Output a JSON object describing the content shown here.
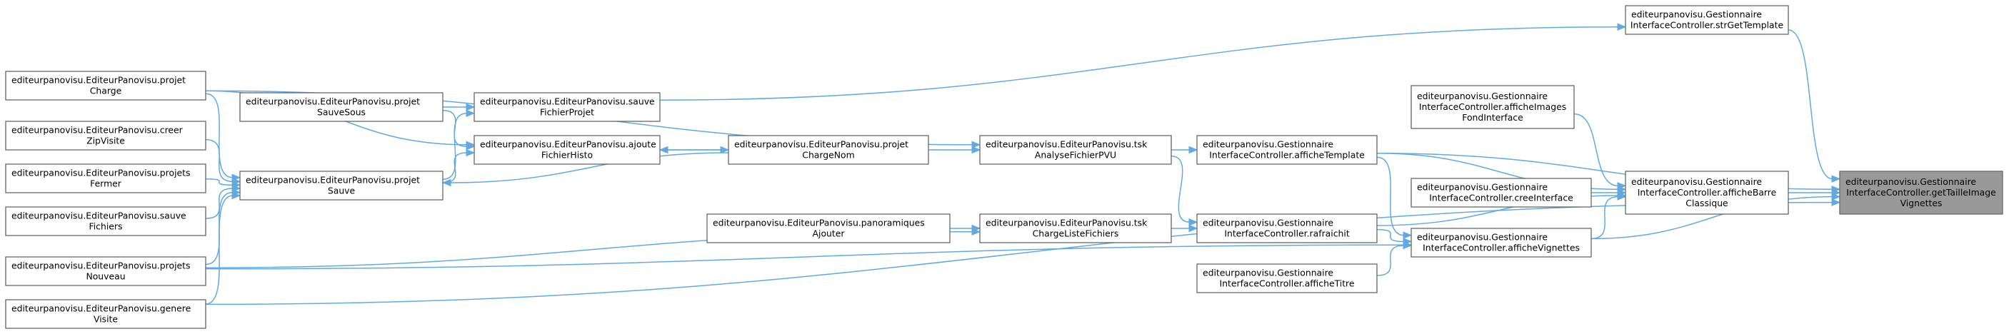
{
  "graph": {
    "arrow_color": "#63a9e0",
    "node_border_color": "#666666",
    "root_fill_color": "#999999",
    "nodes": [
      {
        "id": "root",
        "lines": [
          "editeurpanovisu.Gestionnaire",
          "InterfaceController.getTailleImage",
          "Vignettes"
        ]
      },
      {
        "id": "strGetTemplate",
        "lines": [
          "editeurpanovisu.Gestionnaire",
          "InterfaceController.strGetTemplate"
        ]
      },
      {
        "id": "afficheBarreClassique",
        "lines": [
          "editeurpanovisu.Gestionnaire",
          "InterfaceController.afficheBarre",
          "Classique"
        ]
      },
      {
        "id": "afficheVignettes",
        "lines": [
          "editeurpanovisu.Gestionnaire",
          "InterfaceController.afficheVignettes"
        ]
      },
      {
        "id": "afficheImagesFondInterface",
        "lines": [
          "editeurpanovisu.Gestionnaire",
          "InterfaceController.afficheImages",
          "FondInterface"
        ]
      },
      {
        "id": "afficheTemplate",
        "lines": [
          "editeurpanovisu.Gestionnaire",
          "InterfaceController.afficheTemplate"
        ]
      },
      {
        "id": "creeInterface",
        "lines": [
          "editeurpanovisu.Gestionnaire",
          "InterfaceController.creeInterface"
        ]
      },
      {
        "id": "rafraichit",
        "lines": [
          "editeurpanovisu.Gestionnaire",
          "InterfaceController.rafraichit"
        ]
      },
      {
        "id": "afficheTitre",
        "lines": [
          "editeurpanovisu.Gestionnaire",
          "InterfaceController.afficheTitre"
        ]
      },
      {
        "id": "tskAnalyseFichierPVU",
        "lines": [
          "editeurpanovisu.EditeurPanovisu.tsk",
          "AnalyseFichierPVU"
        ]
      },
      {
        "id": "tskChargeListeFichiers",
        "lines": [
          "editeurpanovisu.EditeurPanovisu.tsk",
          "ChargeListeFichiers"
        ]
      },
      {
        "id": "projetChargeNom",
        "lines": [
          "editeurpanovisu.EditeurPanovisu.projet",
          "ChargeNom"
        ]
      },
      {
        "id": "panoramiquesAjouter",
        "lines": [
          "editeurpanovisu.EditeurPanovisu.panoramiques",
          "Ajouter"
        ]
      },
      {
        "id": "sauveFichierProjet",
        "lines": [
          "editeurpanovisu.EditeurPanovisu.sauve",
          "FichierProjet"
        ]
      },
      {
        "id": "ajouteFichierHisto",
        "lines": [
          "editeurpanovisu.EditeurPanovisu.ajoute",
          "FichierHisto"
        ]
      },
      {
        "id": "projetSauveSous",
        "lines": [
          "editeurpanovisu.EditeurPanovisu.projet",
          "SauveSous"
        ]
      },
      {
        "id": "projetSauve",
        "lines": [
          "editeurpanovisu.EditeurPanovisu.projet",
          "Sauve"
        ]
      },
      {
        "id": "projetCharge",
        "lines": [
          "editeurpanovisu.EditeurPanovisu.projet",
          "Charge"
        ]
      },
      {
        "id": "creerZipVisite",
        "lines": [
          "editeurpanovisu.EditeurPanovisu.creer",
          "ZipVisite"
        ]
      },
      {
        "id": "projetsFermer",
        "lines": [
          "editeurpanovisu.EditeurPanovisu.projets",
          "Fermer"
        ]
      },
      {
        "id": "sauveFichiers",
        "lines": [
          "editeurpanovisu.EditeurPanovisu.sauve",
          "Fichiers"
        ]
      },
      {
        "id": "projetsNouveau",
        "lines": [
          "editeurpanovisu.EditeurPanovisu.projets",
          "Nouveau"
        ]
      },
      {
        "id": "genereVisite",
        "lines": [
          "editeurpanovisu.EditeurPanovisu.genere",
          "Visite"
        ]
      }
    ],
    "edges": [
      [
        "strGetTemplate",
        "root"
      ],
      [
        "afficheBarreClassique",
        "root"
      ],
      [
        "afficheVignettes",
        "root"
      ],
      [
        "afficheTemplate",
        "root"
      ],
      [
        "genereVisite",
        "root"
      ],
      [
        "afficheImagesFondInterface",
        "afficheBarreClassique"
      ],
      [
        "afficheTemplate",
        "afficheBarreClassique"
      ],
      [
        "creeInterface",
        "afficheBarreClassique"
      ],
      [
        "rafraichit",
        "afficheBarreClassique"
      ],
      [
        "afficheVignettes",
        "afficheBarreClassique"
      ],
      [
        "afficheTemplate",
        "afficheVignettes"
      ],
      [
        "afficheTitre",
        "afficheVignettes"
      ],
      [
        "rafraichit",
        "afficheVignettes"
      ],
      [
        "projetsNouveau",
        "afficheVignettes"
      ],
      [
        "tskAnalyseFichierPVU",
        "afficheTemplate"
      ],
      [
        "tskAnalyseFichierPVU",
        "rafraichit"
      ],
      [
        "tskChargeListeFichiers",
        "rafraichit"
      ],
      [
        "sauveFichierProjet",
        "strGetTemplate"
      ],
      [
        "projetChargeNom",
        "tskAnalyseFichierPVU"
      ],
      [
        "projetCharge",
        "tskAnalyseFichierPVU"
      ],
      [
        "panoramiquesAjouter",
        "tskChargeListeFichiers"
      ],
      [
        "projetsNouveau",
        "tskChargeListeFichiers"
      ],
      [
        "ajouteFichierHisto",
        "projetChargeNom"
      ],
      [
        "projetChargeNom",
        "ajouteFichierHisto"
      ],
      [
        "projetChargeNom",
        "projetSauve"
      ],
      [
        "projetSauveSous",
        "sauveFichierProjet"
      ],
      [
        "projetSauve",
        "sauveFichierProjet"
      ],
      [
        "projetSauveSous",
        "ajouteFichierHisto"
      ],
      [
        "projetSauve",
        "ajouteFichierHisto"
      ],
      [
        "projetCharge",
        "ajouteFichierHisto"
      ],
      [
        "projetCharge",
        "projetSauve"
      ],
      [
        "creerZipVisite",
        "projetSauve"
      ],
      [
        "projetsFermer",
        "projetSauve"
      ],
      [
        "sauveFichiers",
        "projetSauve"
      ],
      [
        "projetsNouveau",
        "projetSauve"
      ],
      [
        "genereVisite",
        "projetSauve"
      ]
    ]
  }
}
